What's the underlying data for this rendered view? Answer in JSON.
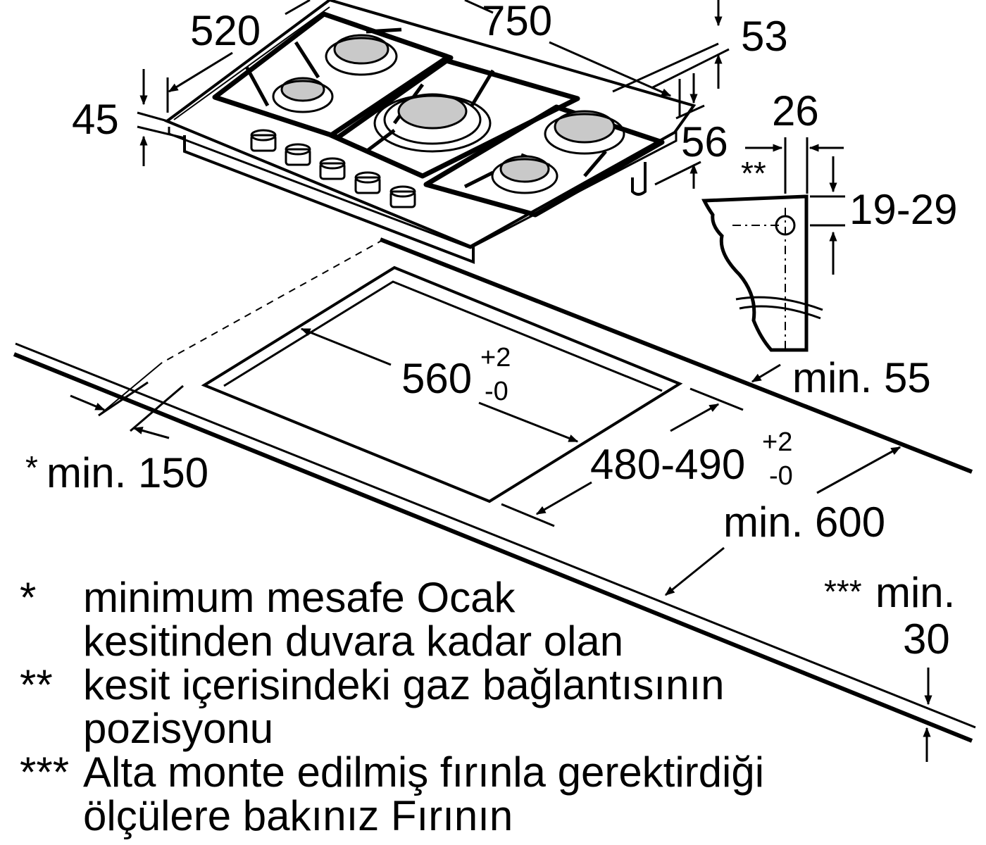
{
  "dimensions": {
    "width": "750",
    "depth": "520",
    "height": "45",
    "rear_offset": "53",
    "connector_offset": "56",
    "gas_connection_horizontal": "26",
    "gas_connection_vertical": "19-29",
    "cutout_width": "560",
    "cutout_width_tol_plus": "+2",
    "cutout_width_tol_minus": "-0",
    "cutout_depth": "480-490",
    "cutout_depth_tol_plus": "+2",
    "cutout_depth_tol_minus": "-0",
    "min_rear_distance": "min. 55",
    "min_wall_distance_mark": "*",
    "min_wall_distance": "min. 150",
    "min_worktop_depth": "min. 600",
    "min_oven_gap_mark": "***",
    "min_oven_gap_label": "min.",
    "min_oven_gap_value": "30",
    "gas_position_mark": "**"
  },
  "footnotes": [
    {
      "mark": "*",
      "lines": [
        "minimum mesafe Ocak",
        "kesitinden duvara kadar olan"
      ]
    },
    {
      "mark": "**",
      "lines": [
        "kesit içerisindeki gaz bağlantısının",
        "pozisyonu"
      ]
    },
    {
      "mark": "***",
      "lines": [
        "Alta monte edilmiş fırınla gerektirdiği",
        "ölçülere bakınız Fırının"
      ]
    }
  ]
}
